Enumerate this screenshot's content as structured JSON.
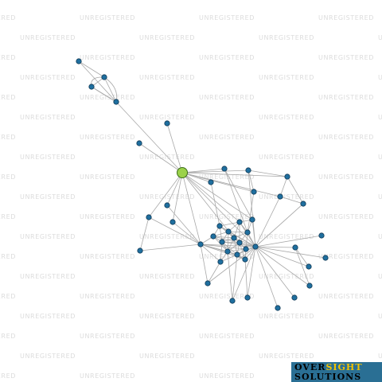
{
  "watermark": "UNREGISTERED",
  "logo": {
    "word1": "OVER",
    "word2": "SIGHT",
    "word3": "SOLUTIONS"
  },
  "colors": {
    "node": "#1f6f9f",
    "focus_node": "#9bd24a",
    "edge": "#a9a9a9",
    "logo_background": "#2a6f94",
    "logo_accent": "#f2c200"
  }
}
